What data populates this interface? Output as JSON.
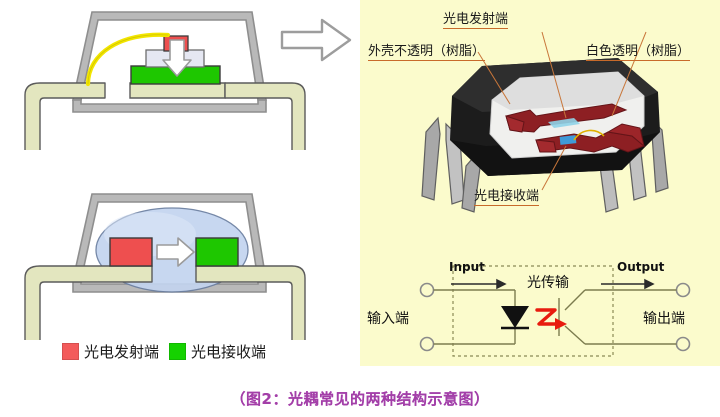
{
  "figure": {
    "caption": "（图2：光耦常见的两种结构示意图）",
    "caption_color": "#a33fa8"
  },
  "left_panel": {
    "name": "two-structure-cross-sections",
    "diagrams": [
      {
        "id": "vertical-stack",
        "description": "上下堆叠结构",
        "emitter_color": "#ee4f4f",
        "receiver_color": "#1ec700",
        "bond_wire_color": "#f2e500",
        "arrow_direction": "down"
      },
      {
        "id": "side-by-side",
        "description": "并排对射结构",
        "emitter_color": "#ee4f4f",
        "receiver_color": "#1ec700",
        "dome_color": "#bcd0ef",
        "arrow_direction": "right"
      }
    ],
    "legend": [
      {
        "swatch": "red",
        "color": "#f35b5b",
        "label": "光电发射端"
      },
      {
        "swatch": "green",
        "color": "#15d200",
        "label": "光电接收端"
      }
    ],
    "transfer_arrow": "arrow-right"
  },
  "right_panel": {
    "background": "#fbfbcc",
    "labels": [
      {
        "id": "emitter",
        "text": "光电发射端"
      },
      {
        "id": "opaque-shell",
        "text": "外壳不透明（树脂）"
      },
      {
        "id": "clear-resin",
        "text": "白色透明（树脂）"
      },
      {
        "id": "receiver",
        "text": "光电接收端"
      }
    ],
    "circuit": {
      "input_en": "Input",
      "input_cn": "输入端",
      "middle_cn": "光传输",
      "output_en": "Output",
      "output_cn": "输出端",
      "light_arrow_color": "#e81b0e",
      "components": [
        "photodiode",
        "phototransistor"
      ]
    }
  }
}
